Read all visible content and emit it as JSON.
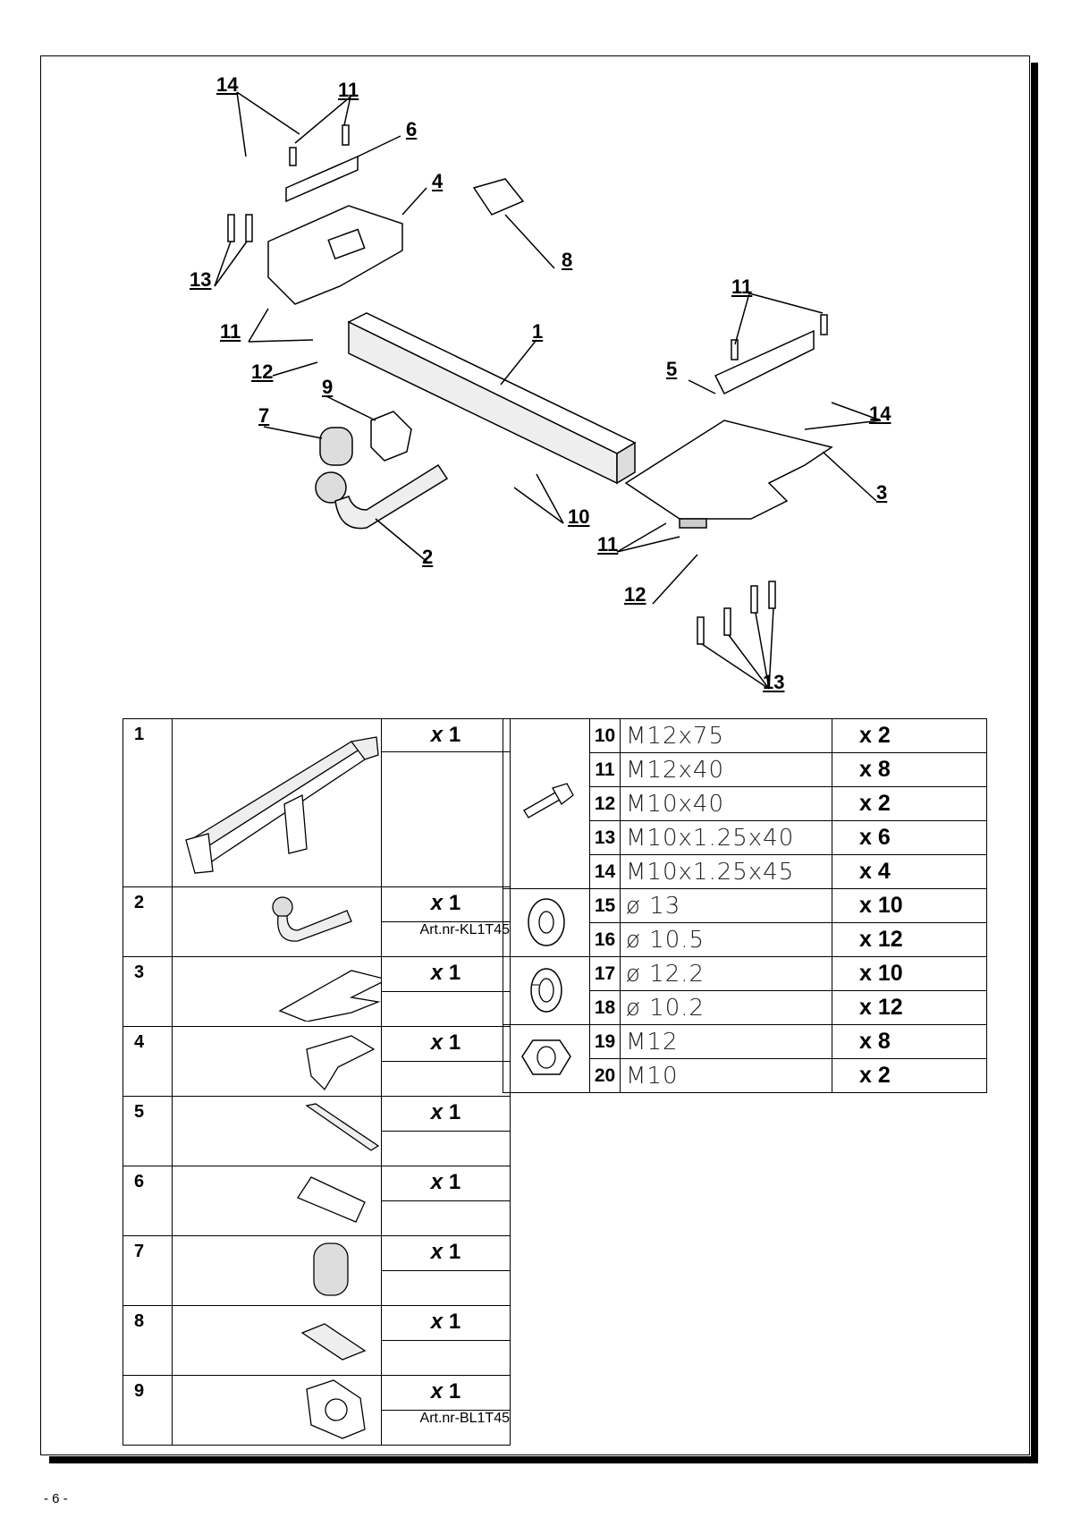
{
  "callouts": [
    {
      "id": "c14a",
      "text": "14"
    },
    {
      "id": "c11a",
      "text": "11"
    },
    {
      "id": "c6",
      "text": "6"
    },
    {
      "id": "c4",
      "text": "4"
    },
    {
      "id": "c8",
      "text": "8"
    },
    {
      "id": "c13a",
      "text": "13"
    },
    {
      "id": "c11b",
      "text": "11"
    },
    {
      "id": "c12a",
      "text": "12"
    },
    {
      "id": "c9",
      "text": "9"
    },
    {
      "id": "c7",
      "text": "7"
    },
    {
      "id": "c1",
      "text": "1"
    },
    {
      "id": "c11c",
      "text": "11"
    },
    {
      "id": "c5",
      "text": "5"
    },
    {
      "id": "c14b",
      "text": "14"
    },
    {
      "id": "c3",
      "text": "3"
    },
    {
      "id": "c10",
      "text": "10"
    },
    {
      "id": "c11d",
      "text": "11"
    },
    {
      "id": "c2",
      "text": "2"
    },
    {
      "id": "c12b",
      "text": "12"
    },
    {
      "id": "c13b",
      "text": "13"
    }
  ],
  "parts": [
    {
      "num": "1",
      "qty_x": "x",
      "qty_n": "1",
      "art": ""
    },
    {
      "num": "2",
      "qty_x": "x",
      "qty_n": "1",
      "art": "Art.nr-KL1T45"
    },
    {
      "num": "3",
      "qty_x": "x",
      "qty_n": "1",
      "art": ""
    },
    {
      "num": "4",
      "qty_x": "x",
      "qty_n": "1",
      "art": ""
    },
    {
      "num": "5",
      "qty_x": "x",
      "qty_n": "1",
      "art": ""
    },
    {
      "num": "6",
      "qty_x": "x",
      "qty_n": "1",
      "art": ""
    },
    {
      "num": "7",
      "qty_x": "x",
      "qty_n": "1",
      "art": ""
    },
    {
      "num": "8",
      "qty_x": "x",
      "qty_n": "1",
      "art": ""
    },
    {
      "num": "9",
      "qty_x": "x",
      "qty_n": "1",
      "art": "Art.nr-BL1T45"
    }
  ],
  "hardware": [
    {
      "num": "10",
      "size": "M12x75",
      "qty": "x 2"
    },
    {
      "num": "11",
      "size": "M12x40",
      "qty": "x 8"
    },
    {
      "num": "12",
      "size": "M10x40",
      "qty": "x 2"
    },
    {
      "num": "13",
      "size": "M10x1.25x40",
      "qty": "x 6"
    },
    {
      "num": "14",
      "size": "M10x1.25x45",
      "qty": "x 4"
    },
    {
      "num": "15",
      "size": "ø 13",
      "qty": "x 10"
    },
    {
      "num": "16",
      "size": "ø 10.5",
      "qty": "x 12"
    },
    {
      "num": "17",
      "size": "ø 12.2",
      "qty": "x 10"
    },
    {
      "num": "18",
      "size": "ø 10.2",
      "qty": "x 12"
    },
    {
      "num": "19",
      "size": "M12",
      "qty": "x 8"
    },
    {
      "num": "20",
      "size": "M10",
      "qty": "x 2"
    }
  ],
  "page_number": "- 6 -"
}
